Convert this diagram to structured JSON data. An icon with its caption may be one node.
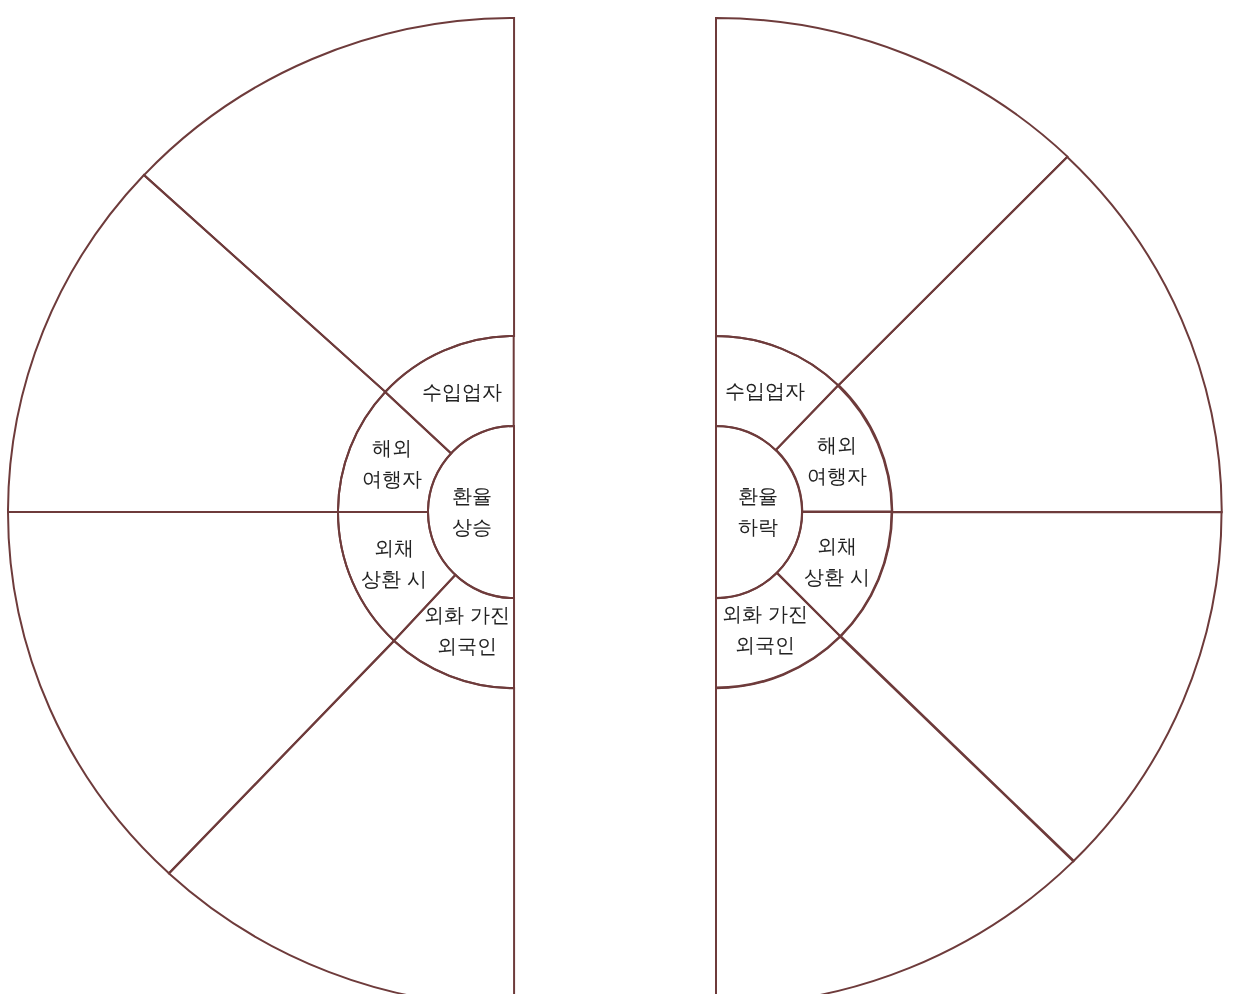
{
  "diagram": {
    "nodes": [
      {
        "text": [
          "환율 상승"
        ]
      },
      {
        "text": [
          "수입업자"
        ]
      },
      {
        "text": [
          "해외 여행자"
        ]
      },
      {
        "text": [
          "외채 상환 시"
        ]
      },
      {
        "text": [
          "외화 가진 외국인"
        ]
      },
      {
        "text": [],
        "shape": "sector"
      },
      {
        "text": [],
        "shape": "sector"
      },
      {
        "text": [],
        "shape": "sector"
      },
      {
        "text": [],
        "shape": "sector"
      },
      {
        "text": [
          "환율 하락"
        ]
      },
      {
        "text": [
          "수입업자"
        ]
      },
      {
        "text": [
          "해외 여행자"
        ]
      },
      {
        "text": [
          "외채 상환 시"
        ]
      },
      {
        "text": [
          "외화 가진 외국인"
        ]
      },
      {
        "text": [],
        "shape": "sector"
      },
      {
        "text": [],
        "shape": "sector"
      },
      {
        "text": [],
        "shape": "sector"
      },
      {
        "text": [],
        "shape": "sector"
      }
    ]
  }
}
